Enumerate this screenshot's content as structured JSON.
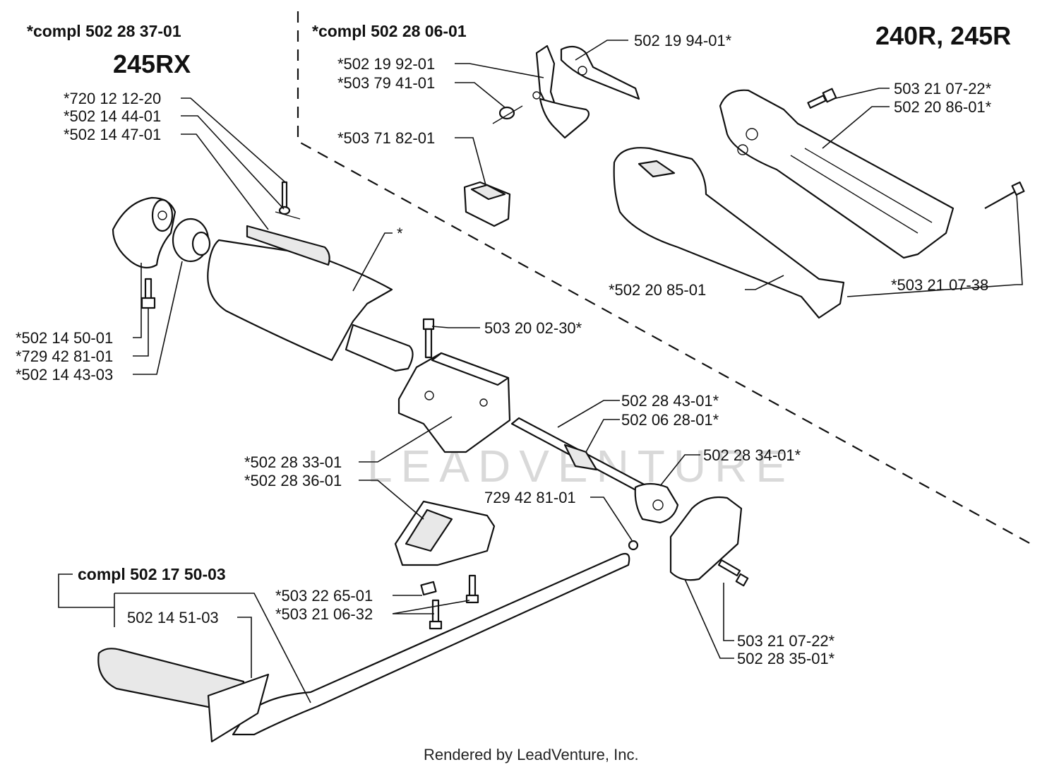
{
  "models": {
    "left": "245RX",
    "right": "240R, 245R"
  },
  "groups": {
    "g1": "*compl 502 28 37-01",
    "g2": "*compl 502 28 06-01",
    "g3": "compl 502 17 50-03"
  },
  "parts": {
    "p01": "*720 12 12-20",
    "p02": "*502 14 44-01",
    "p03": "*502 14 47-01",
    "p04": "*502 14 50-01",
    "p05": "*729 42 81-01",
    "p06": "*502 14 43-03",
    "p07": "*",
    "p08": "502 19 94-01*",
    "p09": "*502 19 92-01",
    "p10": "*503 79 41-01",
    "p11": "*503 71 82-01",
    "p12": "503 21 07-22*",
    "p13": "502 20 86-01*",
    "p14": "*502 20 85-01",
    "p15": "*503 21 07-38",
    "p16": "503 20 02-30*",
    "p17": "502 28 43-01*",
    "p18": "502 06 28-01*",
    "p19": "502 28 34-01*",
    "p20": "*502 28 33-01",
    "p21": "*502 28 36-01",
    "p22": "729 42 81-01",
    "p23": "*503 22 65-01",
    "p24": "*503 21 06-32",
    "p25": "502 14 51-03",
    "p26": "503 21 07-22*",
    "p27": "502 28 35-01*"
  },
  "watermark": "LEADVENTURE",
  "footer": "Rendered by LeadVenture, Inc."
}
